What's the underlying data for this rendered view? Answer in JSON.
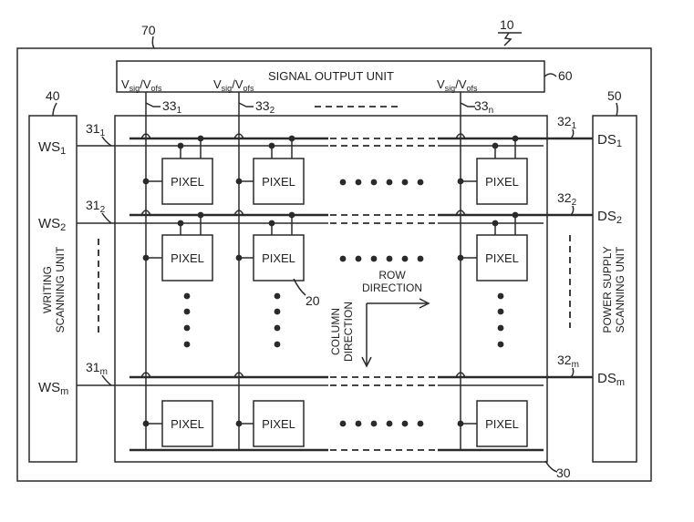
{
  "refs": {
    "device": "10",
    "outer_box": "70",
    "signal_unit": "60",
    "writing_unit": "40",
    "power_unit": "50",
    "pixel_array": "30",
    "pixel_ref": "20"
  },
  "signal_unit_label": "SIGNAL OUTPUT UNIT",
  "signal_line_label": {
    "v": "V",
    "sig": "sig",
    "ofs": "ofs"
  },
  "signal_lines": [
    {
      "base": "33",
      "sub": "1"
    },
    {
      "base": "33",
      "sub": "2"
    },
    {
      "base": "33",
      "sub": "n"
    }
  ],
  "writing_unit_label": [
    "WRITING",
    "SCANNING UNIT"
  ],
  "power_unit_label": [
    "POWER SUPPLY",
    "SCANNING UNIT"
  ],
  "ws_rows": [
    {
      "base": "WS",
      "sub": "1",
      "line_base": "31",
      "line_sub": "1"
    },
    {
      "base": "WS",
      "sub": "2",
      "line_base": "31",
      "line_sub": "2"
    },
    {
      "base": "WS",
      "sub": "m",
      "line_base": "31",
      "line_sub": "m"
    }
  ],
  "ds_rows": [
    {
      "base": "DS",
      "sub": "1",
      "line_base": "32",
      "line_sub": "1"
    },
    {
      "base": "DS",
      "sub": "2",
      "line_base": "32",
      "line_sub": "2"
    },
    {
      "base": "DS",
      "sub": "m",
      "line_base": "32",
      "line_sub": "m"
    }
  ],
  "pixel_label": "PIXEL",
  "row_direction": [
    "ROW",
    "DIRECTION"
  ],
  "column_direction": [
    "COLUMN",
    "DIRECTION"
  ]
}
